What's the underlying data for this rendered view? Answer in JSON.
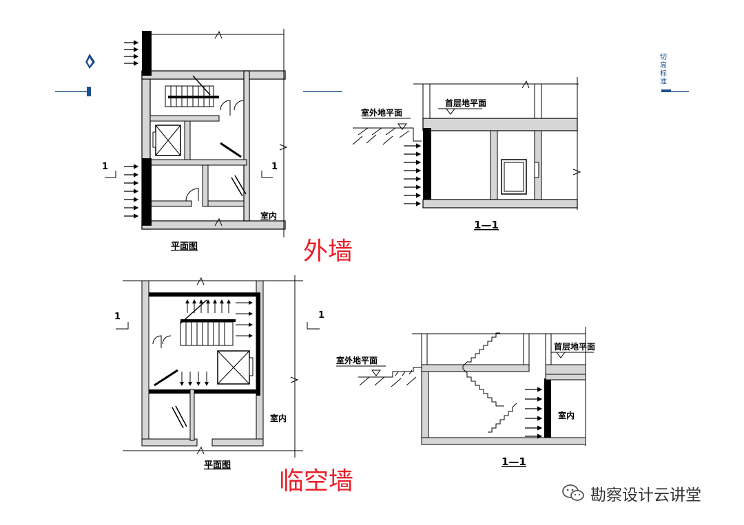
{
  "colors": {
    "wall": "#d6d6d6",
    "ink": "#000000",
    "label": "#e8202a",
    "brand": "#1f4e8c"
  },
  "labels": {
    "plan": "平面图",
    "section": "1—1",
    "indoor": "室内",
    "outdoor_ground": "室外地平面",
    "first_floor": "首层地平面",
    "cut_mark": "1"
  },
  "captions": {
    "top": "外墙",
    "bottom": "临空墙"
  },
  "watermark": {
    "text": "勘察设计云讲堂",
    "icon": "wechat-icon"
  },
  "side_tag": "切高标准",
  "logo": {
    "icon": "brand-logo-icon"
  }
}
